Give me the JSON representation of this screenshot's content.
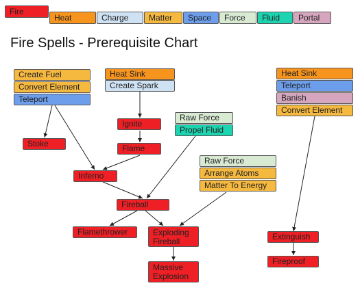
{
  "colors": {
    "fire": "#ee1f25",
    "heat": "#f7941d",
    "charge": "#cfe2f3",
    "matter": "#f6b940",
    "space": "#6d9eeb",
    "force": "#d9ead3",
    "fluid": "#1dd4b0",
    "portal": "#d5a6bd",
    "edge": "#222222"
  },
  "legend": [
    "Fire",
    "Heat",
    "Charge",
    "Matter",
    "Space",
    "Force",
    "Fluid",
    "Portal"
  ],
  "title": "Fire Spells - Prerequisite Chart",
  "groups": {
    "g1": [
      "Create Fuel",
      "Convert Element",
      "Teleport"
    ],
    "g2": [
      "Heat Sink",
      "Create Spark"
    ],
    "g3": [
      "Raw Force",
      "Propel Fluid"
    ],
    "g4": [
      "Raw Force",
      "Arrange Atoms",
      "Matter To Energy"
    ],
    "g5": [
      "Heat Sink",
      "Teleport",
      "Banish",
      "Convert Element"
    ]
  },
  "spells": {
    "stoke": "Stoke",
    "ignite": "Ignite",
    "flame": "Flame",
    "inferno": "Inferno",
    "fireball": "Fireball",
    "flamethrower": "Flamethrower",
    "exploding_fireball": "Exploding Fireball",
    "massive_explosion": "Massive Explosion",
    "extinguish": "Extinguish",
    "fireproof": "Fireproof"
  }
}
